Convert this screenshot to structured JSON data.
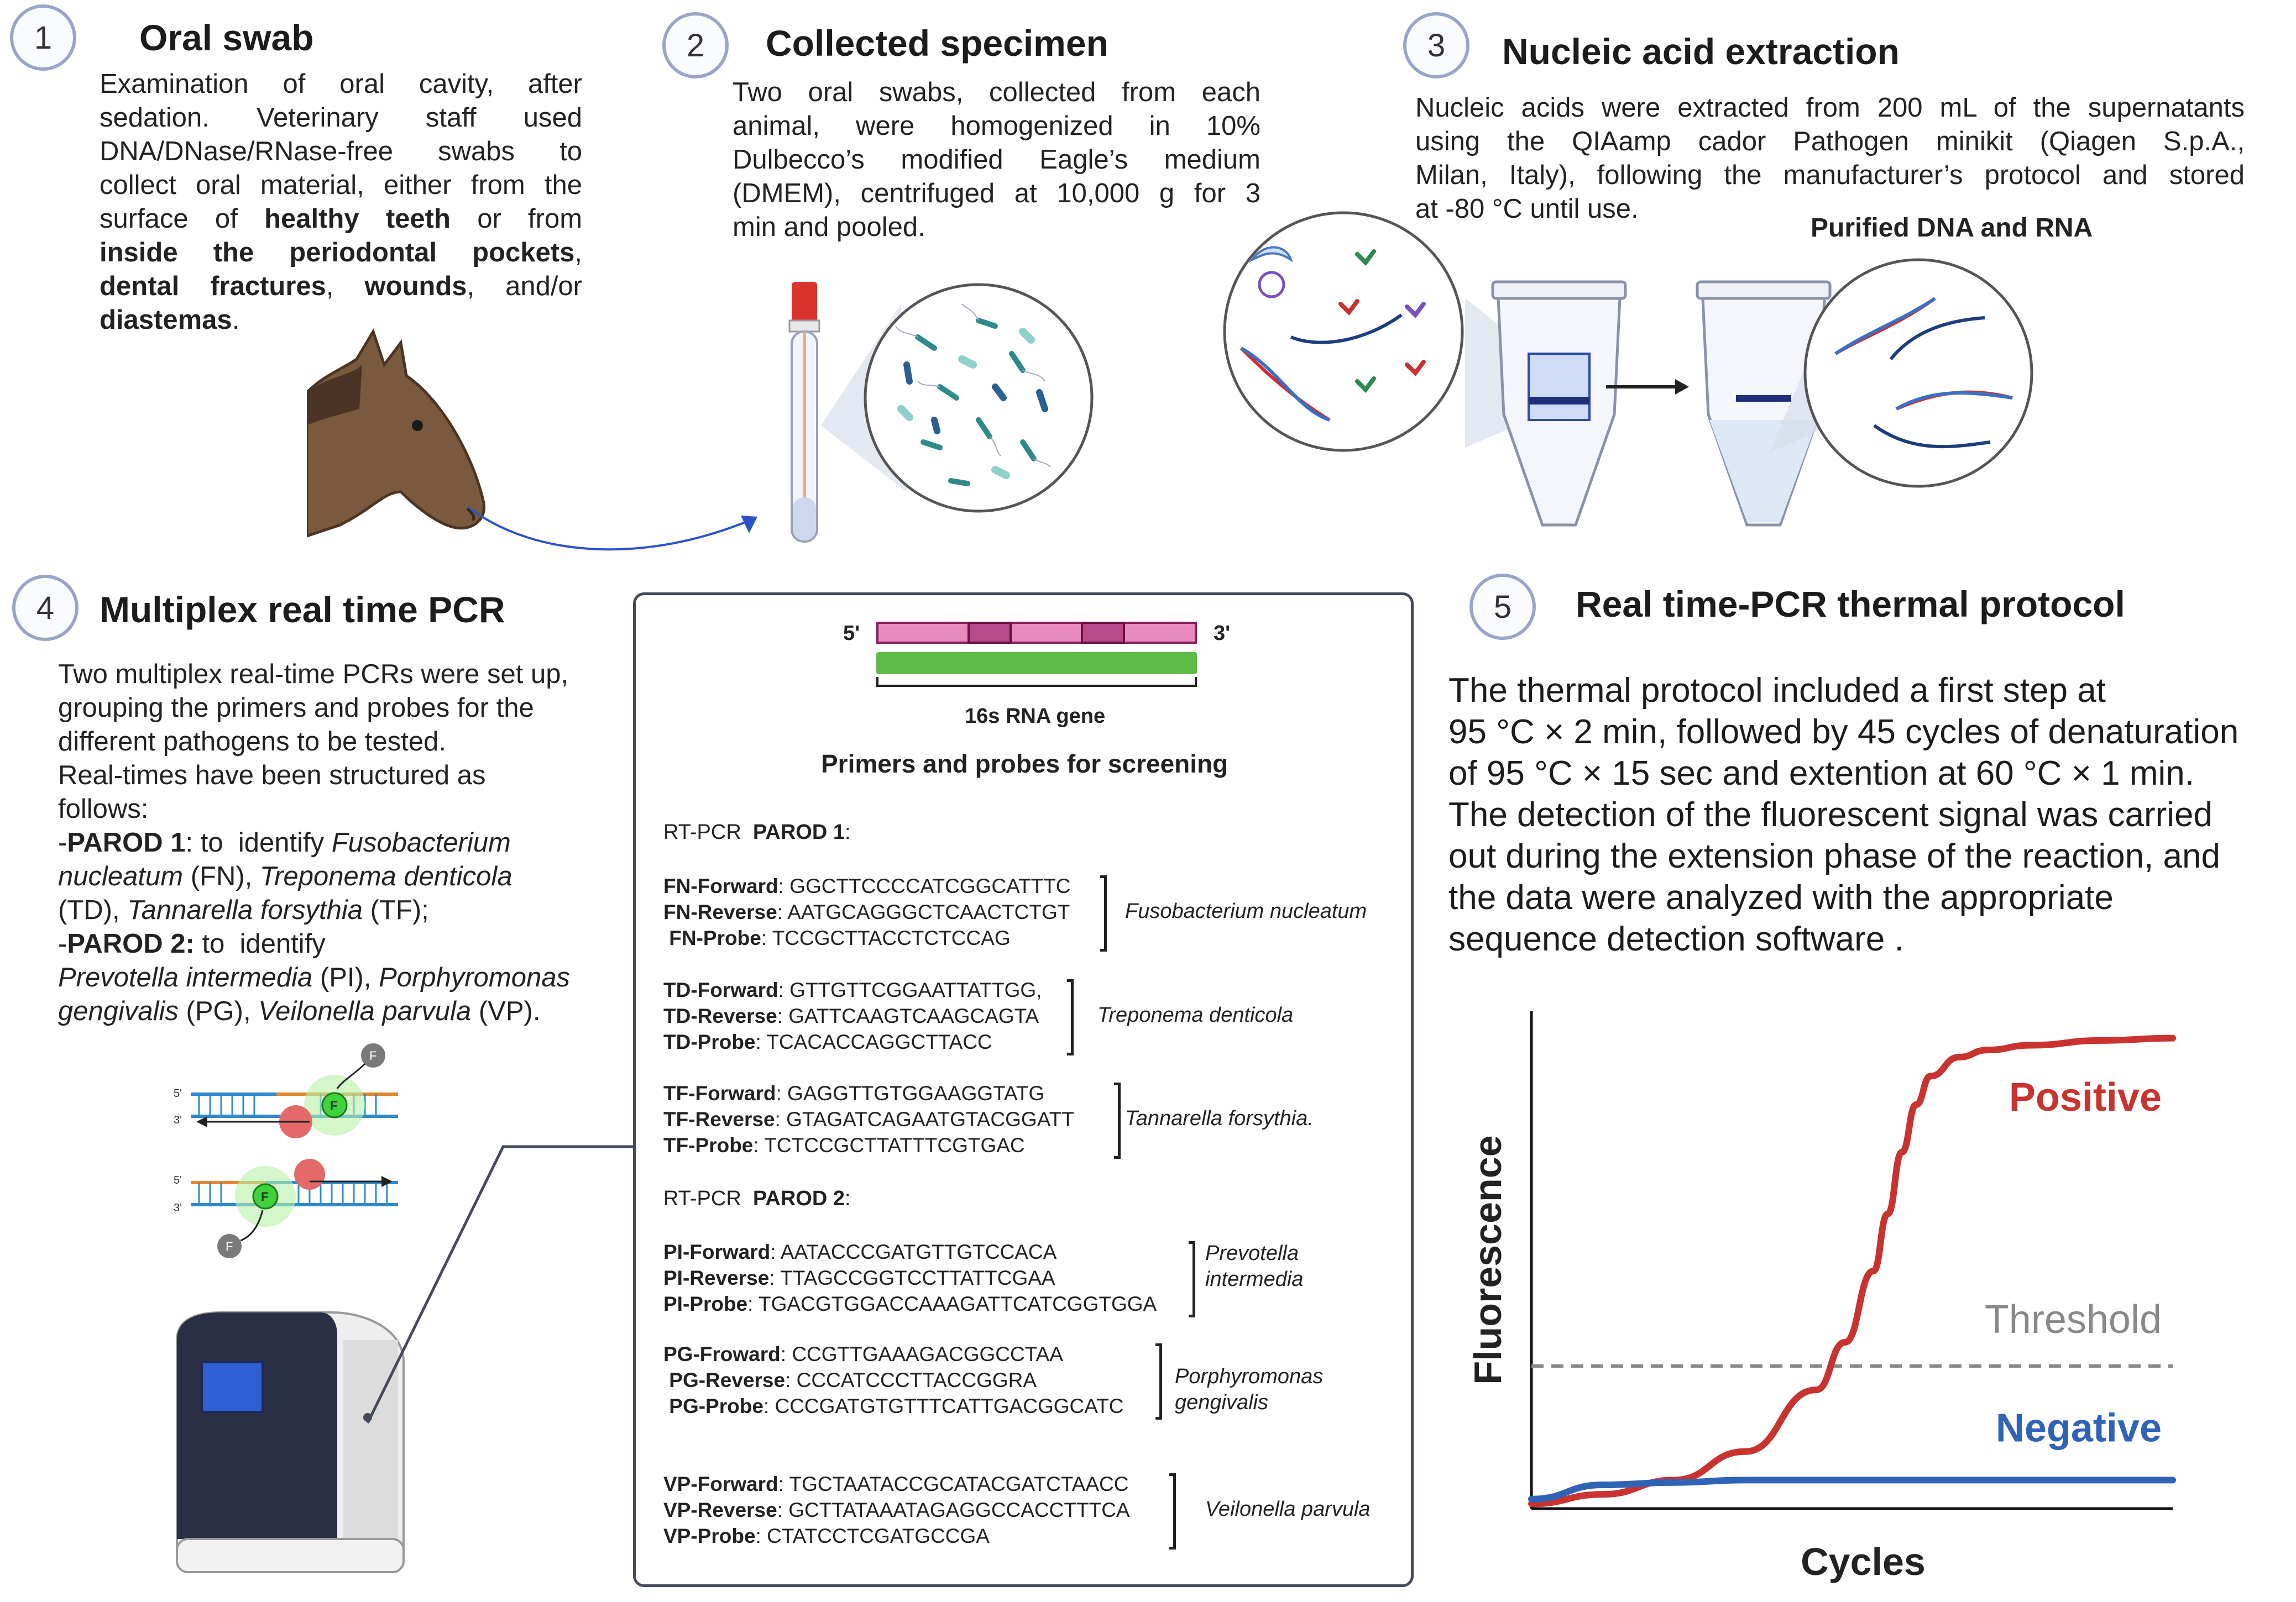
{
  "step1": {
    "number": "1",
    "title": "Oral swab",
    "lines": [
      {
        "parts": [
          {
            "t": "Examination of oral cavity, after",
            "b": false
          }
        ]
      },
      {
        "parts": [
          {
            "t": "sedation. Veterinary staff used",
            "b": false
          }
        ]
      },
      {
        "parts": [
          {
            "t": "DNA/DNase/RNase-free swabs to",
            "b": false
          }
        ]
      },
      {
        "parts": [
          {
            "t": "collect oral material, either from the",
            "b": false
          }
        ]
      },
      {
        "parts": [
          {
            "t": "surface of ",
            "b": false
          },
          {
            "t": "healthy teeth",
            "b": true
          },
          {
            "t": " or from",
            "b": false
          }
        ]
      },
      {
        "parts": [
          {
            "t": "inside the periodontal pockets",
            "b": true
          },
          {
            "t": ",",
            "b": false
          }
        ]
      },
      {
        "parts": [
          {
            "t": "dental fractures",
            "b": true
          },
          {
            "t": ", ",
            "b": false
          },
          {
            "t": "wounds",
            "b": true
          },
          {
            "t": ", and/or",
            "b": false
          }
        ]
      },
      {
        "parts": [
          {
            "t": "diastemas",
            "b": true
          },
          {
            "t": ".",
            "b": false
          }
        ]
      }
    ]
  },
  "step2": {
    "number": "2",
    "title": "Collected specimen",
    "lines": [
      "Two oral swabs, collected from each",
      "animal, were homogenized in 10%",
      "Dulbecco’s modified Eagle’s medium",
      "(DMEM), centrifuged at 10,000 g for 3",
      "min and pooled."
    ]
  },
  "step3": {
    "number": "3",
    "title": "Nucleic acid extraction",
    "lines": [
      "Nucleic acids were extracted from 200 mL of the supernatants",
      "using the QIAamp cador Pathogen minikit (Qiagen S.p.A.,",
      "Milan, Italy), following the manufacturer’s protocol and stored",
      "at -80 °C until use."
    ],
    "purified_label": "Purified DNA and RNA"
  },
  "step4": {
    "number": "4",
    "title": "Multiplex real time PCR",
    "intro_lines": [
      "Two multiplex real-time PCRs were set up,",
      "grouping the primers and probes for the",
      "different pathogens to be tested.",
      "Real-times have been structured as",
      "follows:"
    ],
    "parod1_prefix": "-",
    "parod1_name": "PAROD 1",
    "parod1_mid": ": to  identify ",
    "parod1_line1_italic": "Fusobacterium",
    "parod1_line2_italic": "nucleatum",
    "parod1_line2_rest1": " (FN), ",
    "parod1_line2_italic2": "Treponema denticola",
    "parod1_line3_rest1": "(TD), ",
    "parod1_line3_italic": "Tannarella forsythia",
    "parod1_line3_rest2": " (TF);",
    "parod2_prefix": "-",
    "parod2_name": "PAROD 2:",
    "parod2_mid": " to  identify",
    "parod2_line2_italic1": "Prevotella intermedia",
    "parod2_line2_rest1": " (PI), ",
    "parod2_line2_italic2": "Porphyromonas",
    "parod2_line3_italic1": "gengivalis",
    "parod2_line3_rest1": " (PG), ",
    "parod2_line3_italic2": "Veilonella parvula",
    "parod2_line3_rest2": " (VP).",
    "probe_label": "F",
    "strand_5": "5'",
    "strand_3": "3'"
  },
  "gene_panel": {
    "five_prime": "5'",
    "three_prime": "3'",
    "gene_label": "16s RNA gene",
    "title": "Primers and probes for screening",
    "parod1_header_prefix": "RT-PCR  ",
    "parod1_header_name": "PAROD 1",
    "parod1_header_suffix": ":",
    "parod2_header_prefix": "RT-PCR  ",
    "parod2_header_name": "PAROD 2",
    "parod2_header_suffix": ":",
    "groups": [
      {
        "organism": "Fusobacterium nucleatum",
        "rows": [
          {
            "name": "FN-Forward",
            "seq": "GGCTTCCCCATCGGCATTTC"
          },
          {
            "name": "FN-Reverse",
            "seq": "AATGCAGGGCTCAACTCTGT"
          },
          {
            "name": " FN-Probe",
            "seq": "TCCGCTTACCTCTCCAG"
          }
        ]
      },
      {
        "organism": "Treponema denticola",
        "rows": [
          {
            "name": "TD-Forward",
            "seq": "GTTGTTCGGAATTATTGG,"
          },
          {
            "name": "TD-Reverse",
            "seq": "GATTCAAGTCAAGCAGTA"
          },
          {
            "name": "TD-Probe",
            "seq": "TCACACCAGGCTTACC"
          }
        ]
      },
      {
        "organism": "Tannarella forsythia.",
        "rows": [
          {
            "name": "TF-Forward",
            "seq": "GAGGTTGTGGAAGGTATG"
          },
          {
            "name": "TF-Reverse",
            "seq": "GTAGATCAGAATGTACGGATT"
          },
          {
            "name": "TF-Probe",
            "seq": "TCTCCGCTTATTTCGTGAC"
          }
        ]
      },
      {
        "organism": "Prevotella intermedia",
        "rows": [
          {
            "name": "PI-Forward",
            "seq": "AATACCCGATGTTGTCCACA"
          },
          {
            "name": "PI-Reverse",
            "seq": "TTAGCCGGTCCTTATTCGAA"
          },
          {
            "name": "PI-Probe",
            "seq": "TGACGTGGACCAAAGATTCATCGGTGGA"
          }
        ]
      },
      {
        "organism": "Porphyromonas gengivalis",
        "rows": [
          {
            "name": "PG-Froward",
            "seq": "CCGTTGAAAGACGGCCTAA"
          },
          {
            "name": " PG-Reverse",
            "seq": "CCCATCCCTTACCGGRA"
          },
          {
            "name": " PG-Probe",
            "seq": "CCCGATGTGTTTCATTGACGGCATC"
          }
        ]
      },
      {
        "organism": "Veilonella parvula",
        "rows": [
          {
            "name": "VP-Forward",
            "seq": "TGCTAATACCGCATACGATCTAACC"
          },
          {
            "name": "VP-Reverse",
            "seq": "GCTTATAAATAGAGGCCACCTTTCA"
          },
          {
            "name": "VP-Probe",
            "seq": "CTATCCTCGATGCCGA"
          }
        ]
      }
    ],
    "org_pi_line1": "Prevotella",
    "org_pi_line2": "intermedia",
    "org_pg_line1": "Porphyromonas",
    "org_pg_line2": "gengivalis"
  },
  "step5": {
    "number": "5",
    "title": "Real time-PCR thermal protocol",
    "lines": [
      "The thermal protocol included a first step at",
      "95 °C × 2 min, followed by 45 cycles of denaturation",
      "of 95 °C × 15 sec and extention at 60 °C × 1 min.",
      "The detection of the fluorescent signal was carried",
      "out during the extension phase of the reaction, and",
      "the data were analyzed with the appropriate",
      "sequence detection software ."
    ]
  },
  "chart_data": {
    "type": "line",
    "xlabel": "Cycles",
    "ylabel": "Fluorescence",
    "x": [
      0,
      5,
      10,
      15,
      20,
      22,
      24,
      25,
      26,
      27,
      28,
      30,
      32,
      35,
      40,
      45
    ],
    "series": [
      {
        "name": "Positive",
        "color": "#c8332f",
        "values": [
          0.01,
          0.03,
          0.06,
          0.12,
          0.25,
          0.35,
          0.5,
          0.62,
          0.75,
          0.85,
          0.91,
          0.95,
          0.965,
          0.975,
          0.985,
          0.99
        ]
      },
      {
        "name": "Negative",
        "color": "#2f63b5",
        "values": [
          0.02,
          0.05,
          0.055,
          0.06,
          0.06,
          0.06,
          0.06,
          0.06,
          0.06,
          0.06,
          0.06,
          0.06,
          0.06,
          0.06,
          0.06,
          0.06
        ]
      }
    ],
    "threshold": {
      "label": "Threshold",
      "value": 0.3,
      "color": "#888888"
    },
    "xlim": [
      0,
      45
    ],
    "ylim": [
      0,
      1
    ]
  }
}
